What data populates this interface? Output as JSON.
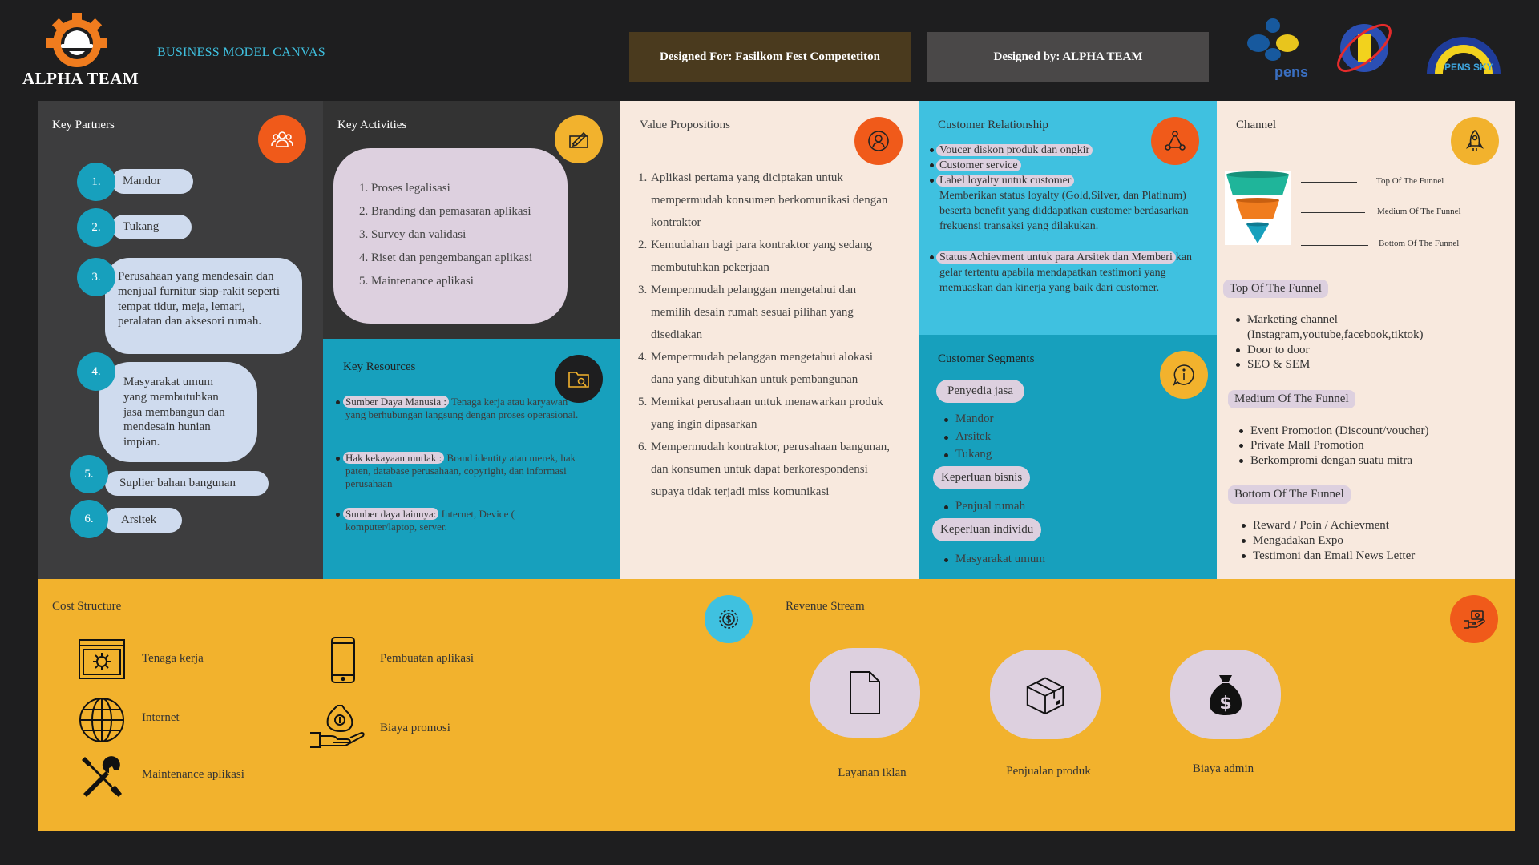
{
  "header": {
    "logo_text": "ALPHA TEAM",
    "title": "BUSINESS MODEL CANVAS",
    "designed_for": "Designed For: Fasilkom Fest Competetiton",
    "designed_by": "Designed by: ALPHA TEAM",
    "partner_logos": [
      "pens-logo",
      "its-logo",
      "pens-sky-logo"
    ]
  },
  "key_partners": {
    "title": "Key Partners",
    "icon": "people-icon",
    "items": [
      {
        "num": "1.",
        "text": "Mandor"
      },
      {
        "num": "2.",
        "text": "Tukang"
      },
      {
        "num": "3.",
        "text": "Perusahaan yang mendesain dan menjual furnitur siap-rakit seperti tempat tidur, meja, lemari, peralatan dan aksesori rumah."
      },
      {
        "num": "4.",
        "text": "Masyarakat umum yang membutuhkan jasa membangun dan mendesain hunian impian."
      },
      {
        "num": "5.",
        "text": "Suplier bahan bangunan"
      },
      {
        "num": "6.",
        "text": "Arsitek"
      }
    ]
  },
  "key_activities": {
    "title": "Key Activities",
    "icon": "sign-document-icon",
    "items": [
      "1.  Proses legalisasi",
      "2.  Branding dan pemasaran aplikasi",
      "3.  Survey dan validasi",
      "4.  Riset dan pengembangan aplikasi",
      "5.  Maintenance aplikasi"
    ]
  },
  "key_resources": {
    "title": "Key Resources",
    "icon": "folder-search-icon",
    "items": [
      {
        "head": "Sumber Daya Manusia :",
        "text": " Tenaga kerja atau karyawan yang berhubungan langsung dengan proses operasional."
      },
      {
        "head": "Hak kekayaan mutlak :",
        "text": " Brand identity atau merek, hak paten, database perusahaan, copyright, dan informasi perusahaan"
      },
      {
        "head": "Sumber daya lainnya:",
        "text": " Internet, Device ( komputer/laptop, server."
      }
    ]
  },
  "value_propositions": {
    "title": "Value Propositions",
    "icon": "user-target-icon",
    "items": [
      {
        "num": "1.",
        "text": "Aplikasi pertama yang diciptakan untuk mempermudah konsumen berkomunikasi dengan kontraktor"
      },
      {
        "num": "2.",
        "text": "Kemudahan bagi para kontraktor yang sedang membutuhkan pekerjaan"
      },
      {
        "num": "3.",
        "text": "Mempermudah pelanggan mengetahui dan memilih desain rumah sesuai pilihan yang disediakan"
      },
      {
        "num": "4.",
        "text": "Mempermudah pelanggan mengetahui alokasi dana yang dibutuhkan untuk pembangunan"
      },
      {
        "num": "5.",
        "text": "Memikat perusahaan untuk menawarkan produk yang ingin dipasarkan"
      },
      {
        "num": "6.",
        "text": "Mempermudah kontraktor, perusahaan bangunan, dan konsumen untuk dapat berkorespondensi supaya tidak terjadi miss komunikasi"
      }
    ]
  },
  "customer_relationship": {
    "title": "Customer Relationship",
    "icon": "network-icon",
    "items": [
      {
        "head": "Voucer diskon produk dan ongkir",
        "text": ""
      },
      {
        "head": "Customer service",
        "text": ""
      },
      {
        "head": "Label loyalty untuk customer",
        "text": "Memberikan status loyalty (Gold,Silver, dan Platinum) beserta benefit yang diddapatkan customer berdasarkan frekuensi transaksi yang dilakukan."
      },
      {
        "head": "Status Achievment untuk para Arsitek dan Memberi",
        "text": "kan gelar tertentu apabila mendapatkan testimoni yang memuaskan dan kinerja yang baik dari customer."
      }
    ]
  },
  "customer_segments": {
    "title": "Customer Segments",
    "icon": "info-chat-icon",
    "groups": [
      {
        "label": "Penyedia jasa",
        "items": [
          "Mandor",
          "Arsitek",
          "Tukang"
        ]
      },
      {
        "label": "Keperluan bisnis",
        "items": [
          "Penjual rumah"
        ]
      },
      {
        "label": "Keperluan individu",
        "items": [
          "Masyarakat umum"
        ]
      }
    ]
  },
  "channel": {
    "title": "Channel",
    "icon": "rocket-icon",
    "funnel_labels": [
      "Top Of The Funnel",
      "Medium Of The Funnel",
      "Bottom Of The Funnel"
    ],
    "funnel_colors": [
      "#1fb59a",
      "#f07c1e",
      "#17a0bd"
    ],
    "sections": [
      {
        "label": "Top Of The Funnel",
        "items": [
          "Marketing channel (Instagram,youtube,facebook,tiktok)",
          "Door to door",
          "SEO & SEM"
        ]
      },
      {
        "label": "Medium Of The Funnel",
        "items": [
          "Event Promotion (Discount/voucher)",
          "Private Mall Promotion",
          "Berkompromi dengan suatu mitra"
        ]
      },
      {
        "label": "Bottom Of The Funnel",
        "items": [
          "Reward / Poin / Achievment",
          "Mengadakan Expo",
          "Testimoni dan Email News Letter"
        ]
      }
    ]
  },
  "cost_structure": {
    "title": "Cost Structure",
    "icon": "money-gear-icon",
    "items": [
      {
        "icon": "settings-window-icon",
        "label": "Tenaga kerja"
      },
      {
        "icon": "globe-icon",
        "label": "Internet"
      },
      {
        "icon": "tools-icon",
        "label": "Maintenance aplikasi"
      },
      {
        "icon": "smartphone-icon",
        "label": "Pembuatan aplikasi"
      },
      {
        "icon": "hand-money-bag-icon",
        "label": "Biaya promosi"
      }
    ]
  },
  "revenue_stream": {
    "title": "Revenue Stream",
    "icon": "hand-money-icon",
    "items": [
      {
        "icon": "document-icon",
        "label": "Layanan iklan"
      },
      {
        "icon": "box-icon",
        "label": "Penjualan produk"
      },
      {
        "icon": "money-bag-icon",
        "label": "Biaya admin"
      }
    ]
  },
  "colors": {
    "background": "#1e1e1f",
    "teal": "#17a0bd",
    "light_blue": "#3fc1e0",
    "orange": "#f05a1a",
    "yellow": "#f2b22d",
    "cream": "#f8e9de",
    "bubble": "#ddd0df"
  }
}
